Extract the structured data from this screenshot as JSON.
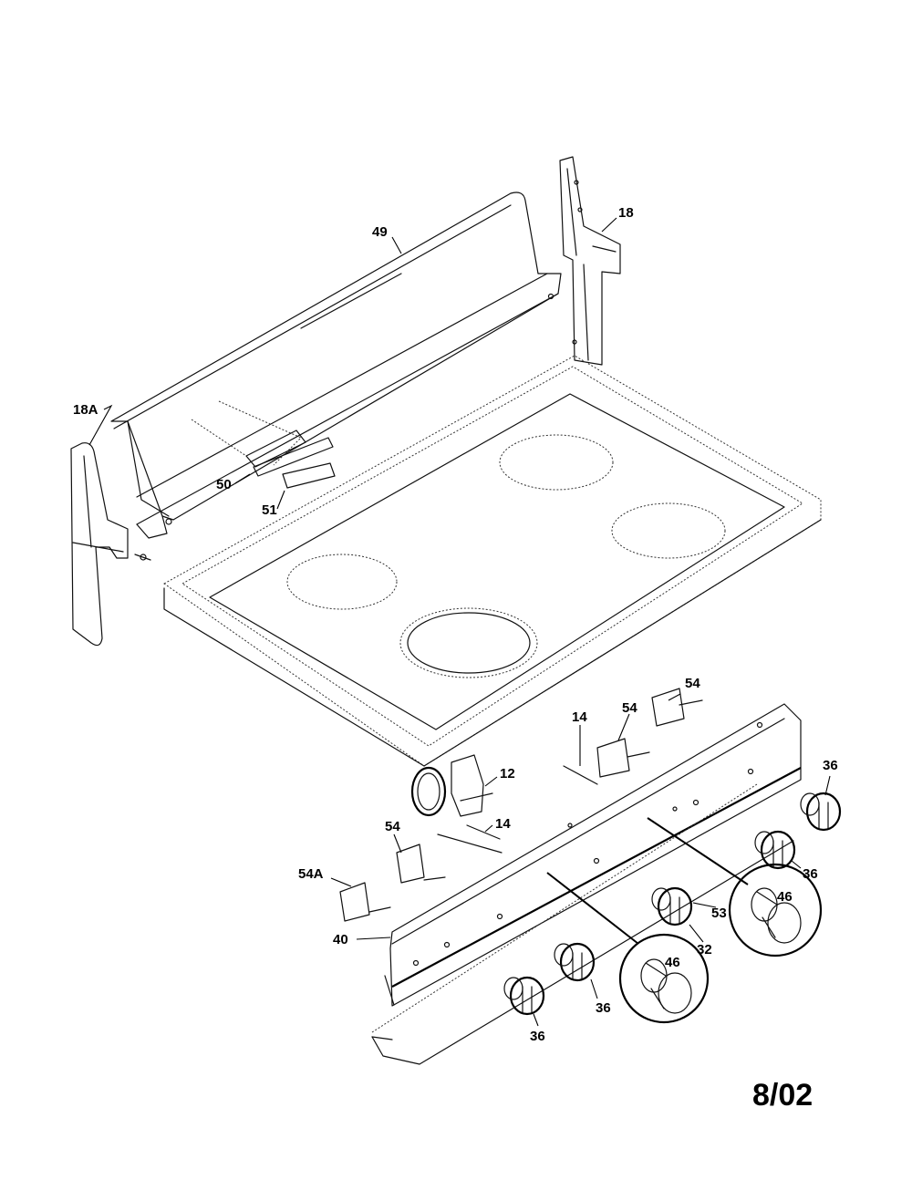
{
  "diagram": {
    "date_code": "8/02",
    "callouts": {
      "c49": "49",
      "c18": "18",
      "c18a": "18A",
      "c50": "50",
      "c51": "51",
      "c54_top": "54",
      "c54_mid": "54",
      "c54_left": "54",
      "c54a": "54A",
      "c14_top": "14",
      "c14_mid": "14",
      "c12": "12",
      "c36_right_top": "36",
      "c36_right_mid": "36",
      "c36_center": "36",
      "c36_bottom": "36",
      "c46_right": "46",
      "c46_left": "46",
      "c53": "53",
      "c32": "32",
      "c40": "40"
    }
  }
}
